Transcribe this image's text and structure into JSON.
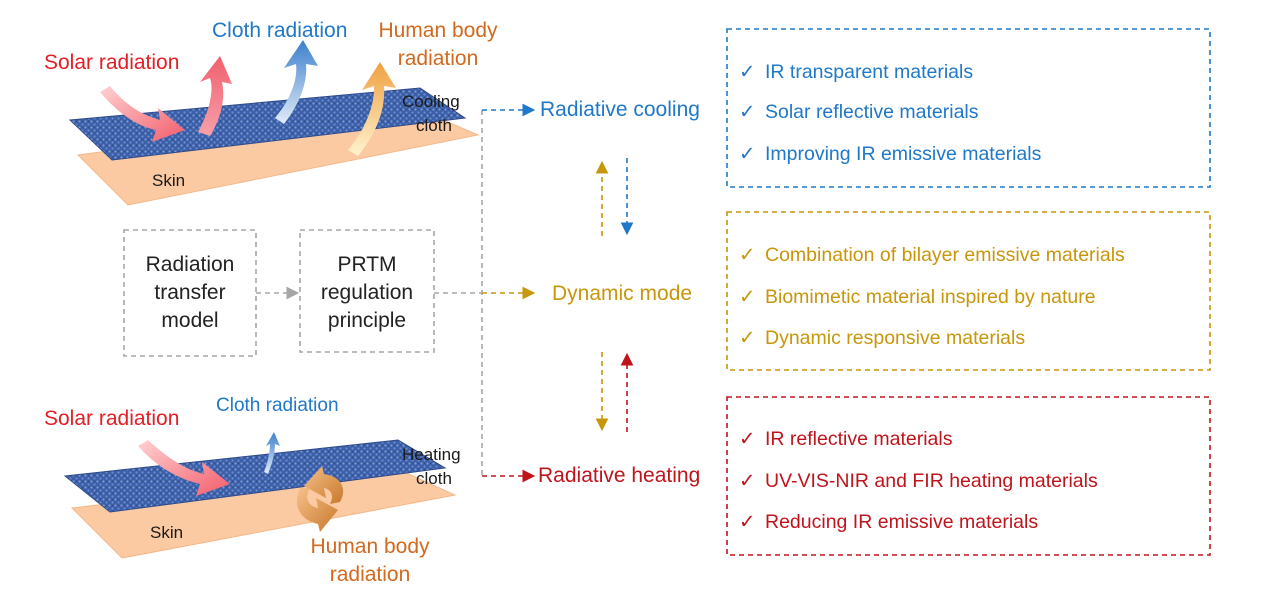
{
  "top_panel": {
    "solar": "Solar radiation",
    "cloth_rad": "Cloth radiation",
    "body_rad_1": "Human body",
    "body_rad_2": "radiation",
    "cloth_label_1": "Cooling",
    "cloth_label_2": "cloth",
    "skin": "Skin"
  },
  "bottom_panel": {
    "solar": "Solar radiation",
    "cloth_rad": "Cloth radiation",
    "body_rad_1": "Human body",
    "body_rad_2": "radiation",
    "cloth_label_1": "Heating",
    "cloth_label_2": "cloth",
    "skin": "Skin"
  },
  "boxes": {
    "radiation_1": "Radiation",
    "radiation_2": "transfer",
    "radiation_3": "model",
    "prtm_1": "PRTM",
    "prtm_2": "regulation",
    "prtm_3": "principle"
  },
  "modes": {
    "cooling": "Radiative cooling",
    "dynamic": "Dynamic mode",
    "heating": "Radiative heating"
  },
  "cooling_items": [
    "IR transparent materials",
    "Solar reflective materials",
    "Improving IR emissive materials"
  ],
  "dynamic_items": [
    "Combination of bilayer emissive materials",
    "Biomimetic material inspired by nature",
    "Dynamic responsive materials"
  ],
  "heating_items": [
    "IR reflective materials",
    "UV-VIS-NIR and FIR heating materials",
    "Reducing IR emissive materials"
  ],
  "check_glyph": "✓",
  "colors": {
    "cooling": "#1f78c8",
    "dynamic": "#c8960a",
    "heating": "#c0141c",
    "connector": "#a6a6a6",
    "solar": "#e41e26",
    "body": "#d2691e"
  }
}
